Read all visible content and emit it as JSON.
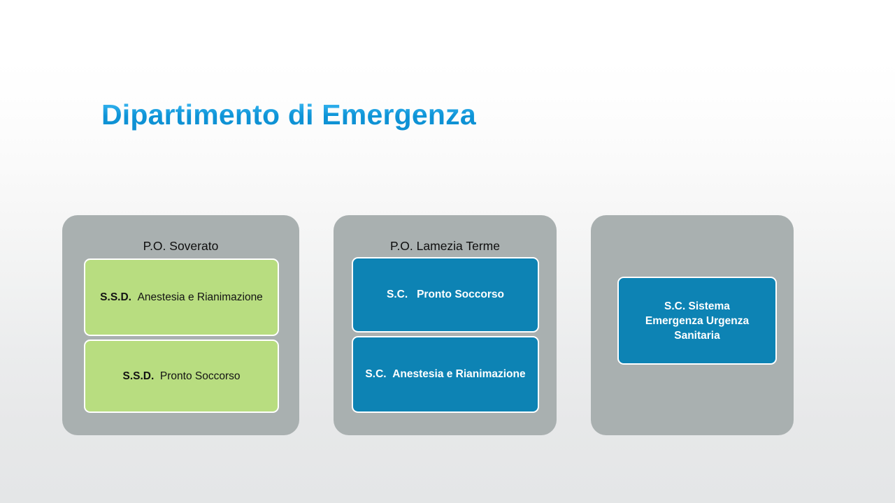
{
  "slide": {
    "title": "Dipartimento di Emergenza"
  },
  "colors": {
    "title_blue": "#159ce0",
    "card_gray": "#a9b0b0",
    "unit_green": "#b8dd80",
    "unit_blue": "#0d83b4",
    "box_border": "#ffffff",
    "background_top": "#ffffff",
    "background_bottom": "#e4e6e7"
  },
  "cards": [
    {
      "id": "po-soverato",
      "title": "P.O. Soverato",
      "units": [
        {
          "id": "ssd-anestesia-rianimazione",
          "lead": "S.S.D.",
          "rest": "Anestesia e Rianimazione",
          "style": "green"
        },
        {
          "id": "ssd-pronto-soccorso",
          "lead": "S.S.D.",
          "rest": "Pronto Soccorso",
          "style": "green"
        }
      ]
    },
    {
      "id": "po-lamezia-terme",
      "title": "P.O. Lamezia Terme",
      "units": [
        {
          "id": "sc-pronto-soccorso",
          "lead": "S.C.",
          "rest": "Pronto Soccorso",
          "style": "blue"
        },
        {
          "id": "sc-anestesia-rianimazione",
          "lead": "S.C.",
          "rest": "Anestesia e Rianimazione",
          "style": "blue"
        }
      ]
    },
    {
      "id": "card-sistema-emergenza",
      "title": "",
      "units": [
        {
          "id": "sc-sistema-emergenza-urgenza-sanitaria",
          "lead": "S.C.  Sistema",
          "line2": "Emergenza Urgenza",
          "line3": "Sanitaria",
          "rest": "",
          "style": "blue"
        }
      ]
    }
  ]
}
